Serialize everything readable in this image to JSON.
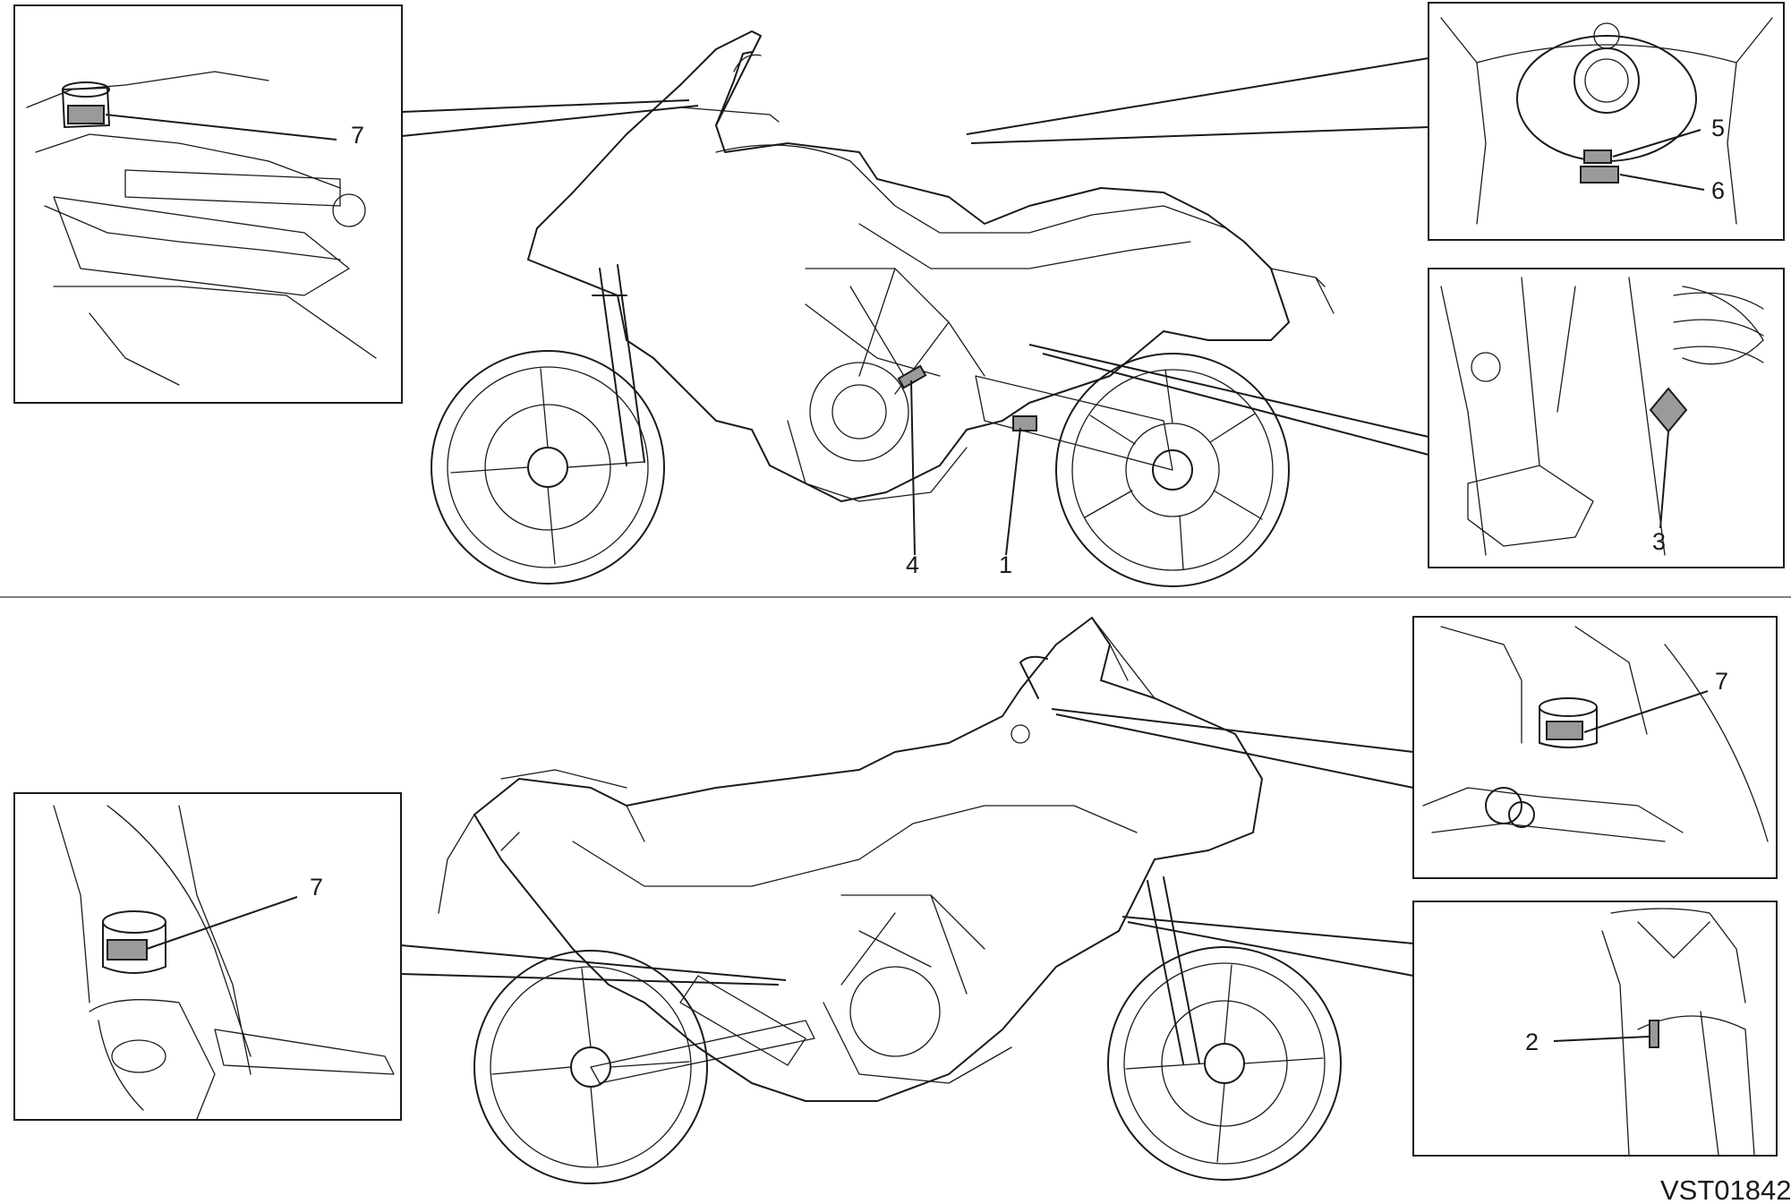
{
  "drawing_code": "VST01842",
  "callouts": {
    "top_left_inset": "7",
    "top_right_inset_a": "5",
    "top_right_inset_b": "6",
    "mid_right_inset": "3",
    "bike_top_a": "4",
    "bike_top_b": "1",
    "bottom_left_inset": "7",
    "bottom_right_top_inset": "7",
    "bottom_right_bottom_inset": "2"
  },
  "colors": {
    "line": "#1a1a1a",
    "label_fill": "#9a9a9a",
    "background": "#ffffff"
  }
}
